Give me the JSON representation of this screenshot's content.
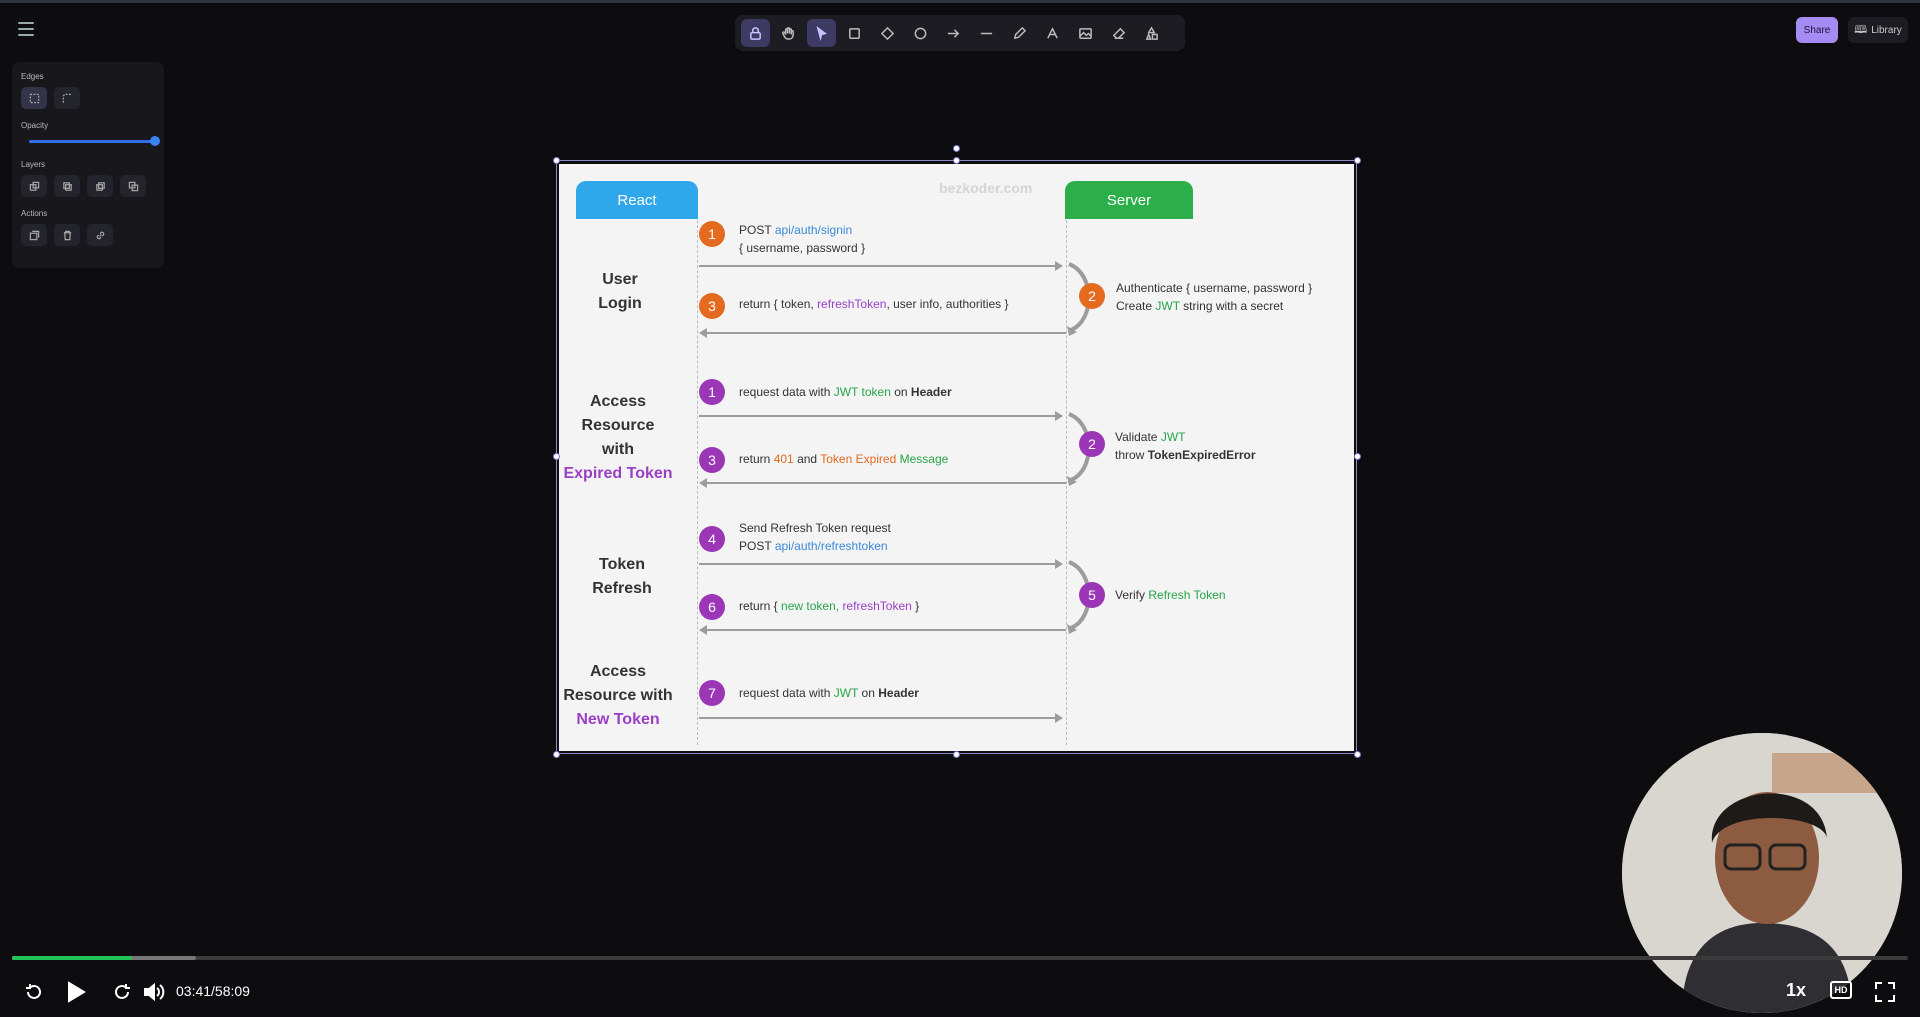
{
  "toolbar": {
    "tools": [
      "lock-icon",
      "hand-icon",
      "select-arrow-icon",
      "rectangle-icon",
      "diamond-icon",
      "ellipse-icon",
      "arrow-icon",
      "line-icon",
      "pencil-icon",
      "text-icon",
      "image-icon",
      "eraser-icon",
      "extra-tools-icon"
    ],
    "share_label": "Share",
    "library_label": "Library"
  },
  "panel": {
    "edges_label": "Edges",
    "opacity_label": "Opacity",
    "opacity_value": 100,
    "layers_label": "Layers",
    "actions_label": "Actions"
  },
  "slide": {
    "watermark": "bezkoder.com",
    "lane_client": "React",
    "lane_server": "Server",
    "groups": {
      "login": [
        "User",
        "Login"
      ],
      "expired": [
        "Access",
        "Resource",
        "with",
        "Expired Token"
      ],
      "refresh": [
        "Token",
        "Refresh"
      ],
      "newtoken": [
        "Access",
        "Resource with",
        "New Token"
      ]
    },
    "steps": {
      "s1": "1",
      "s2": "2",
      "s3": "3",
      "e1": "1",
      "e2": "2",
      "e3": "3",
      "r4": "4",
      "r5": "5",
      "r6": "6",
      "n7": "7"
    },
    "messages": {
      "login_post": "POST",
      "login_path": "api/auth/signin",
      "login_body": "{ username, password }",
      "login_return_a": "return { token,",
      "login_return_b": "refreshToken",
      "login_return_c": ", user info, authorities }",
      "auth_line1": "Authenticate { username, password }",
      "auth_line2a": "Create",
      "auth_line2b": "JWT",
      "auth_line2c": "string with a secret",
      "exp_req_a": "request data with",
      "exp_req_b": "JWT token",
      "exp_req_c": "on",
      "exp_req_d": "Header",
      "validate_a": "Validate",
      "validate_b": "JWT",
      "throw_a": "throw",
      "throw_b": "TokenExpiredError",
      "exp_ret_a": "return",
      "exp_ret_b": "401",
      "exp_ret_c": "and",
      "exp_ret_d": "Token Expired",
      "exp_ret_e": "Message",
      "ref_req_1": "Send Refresh Token request",
      "ref_req_2a": "POST",
      "ref_req_2b": "api/auth/refreshtoken",
      "verify_a": "Verify",
      "verify_b": "Refresh Token",
      "ref_ret_a": "return {",
      "ref_ret_b": "new token,",
      "ref_ret_c": "refreshToken",
      "ref_ret_d": "}",
      "new_req_a": "request data with",
      "new_req_b": "JWT",
      "new_req_c": "on",
      "new_req_d": "Header"
    }
  },
  "player": {
    "current_time": "03:41",
    "duration": "58:09",
    "time_display": "03:41/58:09",
    "played_fraction": 0.0635,
    "buffered_fraction": 0.097,
    "speed": "1x",
    "quality": "HD"
  },
  "colors": {
    "react_lane": "#2fa7ea",
    "server_lane": "#2cae4a",
    "accent": "#a58cf5",
    "progress": "#1fc454"
  }
}
